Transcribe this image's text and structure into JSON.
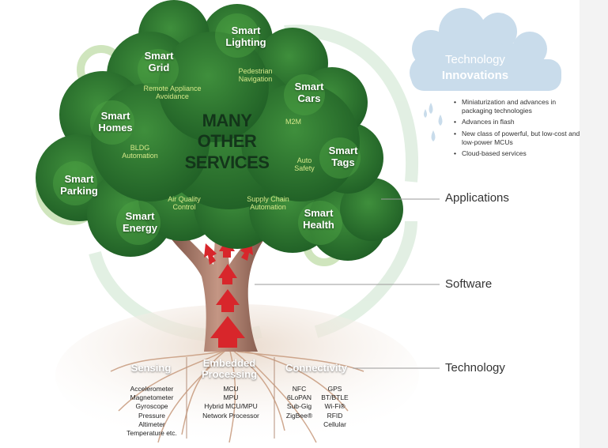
{
  "cloud": {
    "title_line1": "Technology",
    "title_line2": "Innovations"
  },
  "innovations": [
    "Miniaturization and advances in packaging technologies",
    "Advances in flash",
    "New class of powerful, but low-cost and low-power MCUs",
    "Cloud-based services"
  ],
  "tree": {
    "center": [
      "MANY",
      "OTHER",
      "SERVICES"
    ],
    "smart": {
      "lighting": "Smart Lighting",
      "grid": "Smart Grid",
      "cars": "Smart Cars",
      "homes": "Smart Homes",
      "tags": "Smart Tags",
      "parking": "Smart Parking",
      "energy": "Smart Energy",
      "health": "Smart Health"
    },
    "minor": {
      "pedestrian": "Pedestrian Navigation",
      "remote": "Remote Appliance Avoidance",
      "m2m": "M2M",
      "bldg": "BLDG Automation",
      "auto_safety": "Auto Safety",
      "air": "Air Quality Control",
      "supply": "Supply Chain Automation"
    }
  },
  "callouts": {
    "applications": "Applications",
    "software": "Software",
    "technology": "Technology"
  },
  "roots": {
    "sensing": {
      "title": "Sensing",
      "items": [
        "Accelerometer",
        "Magnetometer",
        "Gyroscope",
        "Pressure",
        "Altimeter",
        "Temperature etc."
      ]
    },
    "embedded": {
      "title_line1": "Embedded",
      "title_line2": "Processing",
      "items": [
        "MCU",
        "MPU",
        "Hybrid MCU/MPU",
        "Network Processor"
      ]
    },
    "connectivity": {
      "title": "Connectivity",
      "items": [
        "NFC",
        "GPS",
        "6LoPAN",
        "BT/BTLE",
        "Sub-Gig",
        "Wi-Fi®",
        "ZigBee®",
        "RFID",
        "",
        "Cellular"
      ]
    }
  },
  "colors": {
    "canopy": "#2f7d33",
    "canopy_dark": "#1e5a24",
    "trunk": "#a87868",
    "arrow": "#d8262b",
    "cloud": "#c9dceb",
    "ring": "#cfe3bd",
    "callout_line": "#999999"
  }
}
